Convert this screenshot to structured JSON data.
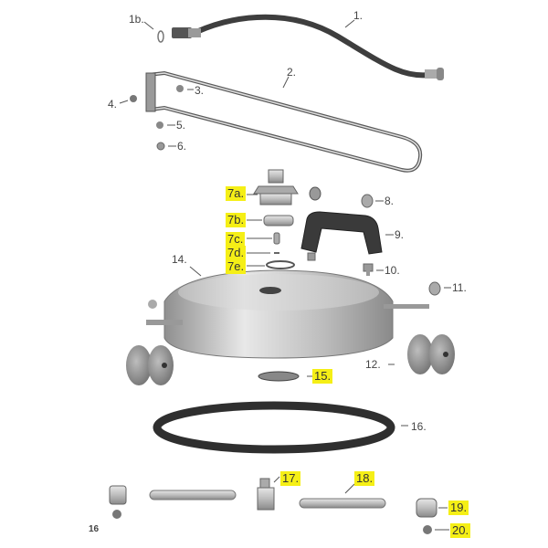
{
  "diagram": {
    "type": "exploded-parts-diagram",
    "highlight_color": "#f5ef16",
    "corner_label": "16",
    "callouts": [
      {
        "id": "1",
        "label": "1.",
        "part": "hose",
        "highlighted": false
      },
      {
        "id": "1b",
        "label": "1b.",
        "part": "o-ring",
        "highlighted": false
      },
      {
        "id": "2",
        "label": "2.",
        "part": "handle-frame",
        "highlighted": false
      },
      {
        "id": "3",
        "label": "3.",
        "part": "nut",
        "highlighted": false
      },
      {
        "id": "4",
        "label": "4.",
        "part": "nut",
        "highlighted": false
      },
      {
        "id": "5",
        "label": "5.",
        "part": "screw",
        "highlighted": false
      },
      {
        "id": "6",
        "label": "6.",
        "part": "washer",
        "highlighted": false
      },
      {
        "id": "7a",
        "label": "7a.",
        "part": "swivel-body",
        "highlighted": true
      },
      {
        "id": "7b",
        "label": "7b.",
        "part": "bearing-ring",
        "highlighted": true
      },
      {
        "id": "7c",
        "label": "7c.",
        "part": "pin",
        "highlighted": true
      },
      {
        "id": "7d",
        "label": "7d.",
        "part": "small-ring",
        "highlighted": true
      },
      {
        "id": "7e",
        "label": "7e.",
        "part": "snap-ring",
        "highlighted": true
      },
      {
        "id": "8",
        "label": "8.",
        "part": "cap-nut",
        "highlighted": false
      },
      {
        "id": "9",
        "label": "9.",
        "part": "handle",
        "highlighted": false
      },
      {
        "id": "10",
        "label": "10.",
        "part": "bolt",
        "highlighted": false
      },
      {
        "id": "11",
        "label": "11.",
        "part": "cap-nut",
        "highlighted": false
      },
      {
        "id": "12",
        "label": "12.",
        "part": "caster-wheel",
        "highlighted": false
      },
      {
        "id": "14",
        "label": "14.",
        "part": "housing",
        "highlighted": false
      },
      {
        "id": "15",
        "label": "15.",
        "part": "washer",
        "highlighted": true
      },
      {
        "id": "16",
        "label": "16.",
        "part": "brush-ring",
        "highlighted": false
      },
      {
        "id": "17",
        "label": "17.",
        "part": "nozzle",
        "highlighted": true
      },
      {
        "id": "18",
        "label": "18.",
        "part": "spray-bar",
        "highlighted": true
      },
      {
        "id": "19",
        "label": "19.",
        "part": "nozzle-cap",
        "highlighted": true
      },
      {
        "id": "20",
        "label": "20.",
        "part": "nozzle-tip",
        "highlighted": true
      }
    ]
  }
}
